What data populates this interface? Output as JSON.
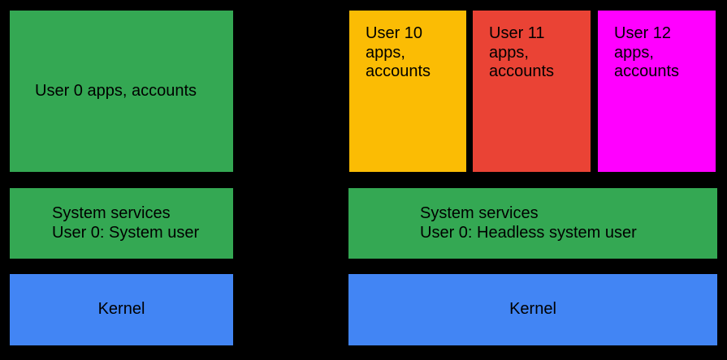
{
  "colors": {
    "background": "#000000",
    "green": "#34A853",
    "blue": "#4285F4",
    "yellow": "#FBBC04",
    "red": "#EA4335",
    "magenta": "#FF00FF",
    "text": "#000000"
  },
  "left_device": {
    "user_apps_box": {
      "label": "User 0 apps, accounts",
      "color": "#34A853"
    },
    "system_services_box": {
      "lines": [
        "System services",
        "User 0: System user"
      ],
      "color": "#34A853"
    },
    "kernel_box": {
      "label": "Kernel",
      "color": "#4285F4"
    }
  },
  "right_device": {
    "user_apps_boxes": [
      {
        "name": "user-10",
        "lines": [
          "User 10",
          "apps,",
          "accounts"
        ],
        "color": "#FBBC04"
      },
      {
        "name": "user-11",
        "lines": [
          "User 11",
          "apps,",
          "accounts"
        ],
        "color": "#EA4335"
      },
      {
        "name": "user-12",
        "lines": [
          "User 12",
          "apps,",
          "accounts"
        ],
        "color": "#FF00FF"
      }
    ],
    "system_services_box": {
      "lines": [
        "System services",
        "User 0: Headless system user"
      ],
      "color": "#34A853"
    },
    "kernel_box": {
      "label": "Kernel",
      "color": "#4285F4"
    }
  }
}
